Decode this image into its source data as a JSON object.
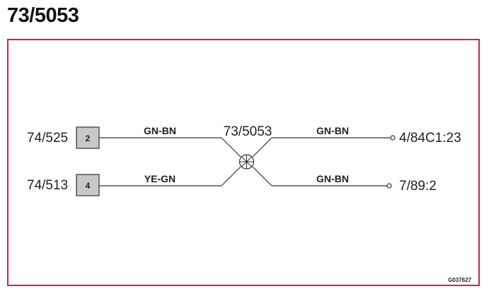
{
  "title": "73/5053",
  "colors": {
    "frame": "#c8264a",
    "pin_box_fill": "#c8c8c8",
    "line": "#333333"
  },
  "splice": {
    "label": "73/5053",
    "icon": "splice-circle-cross-icon"
  },
  "left_connectors": [
    {
      "label": "74/525",
      "pin": "2",
      "wire": "GN-BN"
    },
    {
      "label": "74/513",
      "pin": "4",
      "wire": "YE-GN"
    }
  ],
  "right_connectors": [
    {
      "label": "4/84C1:23",
      "wire": "GN-BN"
    },
    {
      "label": "7/89:2",
      "wire": "GN-BN"
    }
  ],
  "figure_id": "G037627"
}
